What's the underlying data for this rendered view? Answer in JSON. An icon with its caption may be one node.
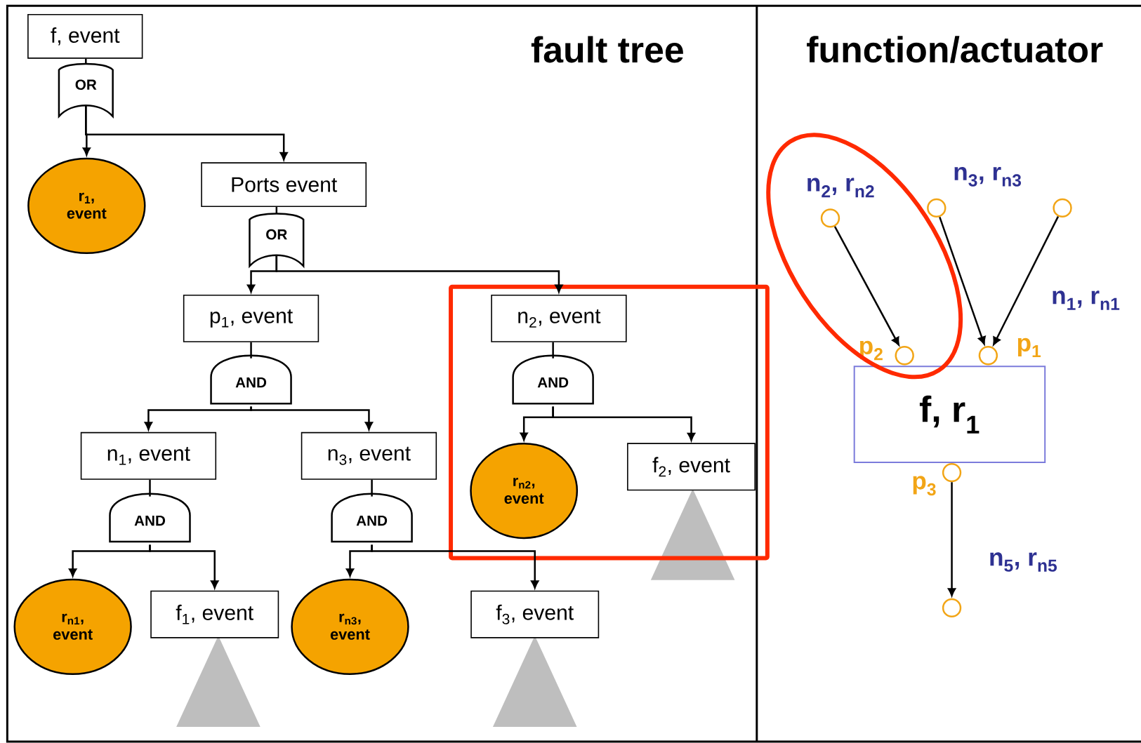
{
  "diagram": {
    "nodes": [
      {
        "text": [
          "f, event"
        ]
      },
      {
        "text": [
          "OR"
        ]
      },
      {
        "text": [
          "r$_{1}$, event"
        ]
      },
      {
        "text": [
          "Ports event"
        ]
      },
      {
        "text": [
          "OR"
        ]
      },
      {
        "text": [
          "p$_{1}$, event"
        ]
      },
      {
        "text": [
          "AND"
        ]
      },
      {
        "text": [
          "n$_{1}$, event"
        ]
      },
      {
        "text": [
          "AND"
        ]
      },
      {
        "text": [
          "r$_{n1}$, event"
        ]
      },
      {
        "text": [
          "f$_{1}$, event"
        ]
      },
      {
        "text": [],
        "shape": "triangle"
      },
      {
        "text": [
          "n$_{3}$, event"
        ]
      },
      {
        "text": [
          "AND"
        ]
      },
      {
        "text": [
          "r$_{n3}$, event"
        ]
      },
      {
        "text": [
          "f$_{3}$, event"
        ]
      },
      {
        "text": [],
        "shape": "triangle"
      },
      {
        "text": [],
        "shape": "box"
      },
      {
        "text": [
          "n$_{2}$, event"
        ],
        "in": 17
      },
      {
        "text": [
          "AND"
        ],
        "in": 17
      },
      {
        "text": [
          "r$_{n2}$, event"
        ],
        "in": 17
      },
      {
        "text": [
          "f$_{2}$, event"
        ],
        "in": 17
      },
      {
        "text": [],
        "shape": "triangle"
      },
      {
        "text": [
          "f, r$_{1}$"
        ]
      },
      {
        "text": [],
        "shape": "ellipse"
      },
      {
        "text": [],
        "shape": "circle",
        "beside": [
          "p$_{2}$"
        ],
        "in": 24
      },
      {
        "text": [],
        "shape": "circle",
        "beside": [
          "p$_{1}$"
        ]
      },
      {
        "text": [],
        "shape": "circle",
        "beside": [
          "p$_{3}$"
        ]
      },
      {
        "text": [],
        "shape": "circle",
        "in": 24
      },
      {
        "text": [],
        "shape": "circle"
      },
      {
        "text": [],
        "shape": "circle"
      },
      {
        "text": [],
        "shape": "circle"
      }
    ],
    "edges": [
      {
        "from": 0,
        "to": 1,
        "arrow": "none"
      },
      {
        "from": 1,
        "to": 2,
        "arrow": "to"
      },
      {
        "from": 1,
        "to": 3,
        "arrow": "to"
      },
      {
        "from": 3,
        "to": 4,
        "arrow": "none"
      },
      {
        "from": 4,
        "to": 5,
        "arrow": "to"
      },
      {
        "from": 4,
        "to": 18,
        "arrow": "to"
      },
      {
        "from": 5,
        "to": 6,
        "arrow": "none"
      },
      {
        "from": 6,
        "to": 7,
        "arrow": "to"
      },
      {
        "from": 6,
        "to": 12,
        "arrow": "to"
      },
      {
        "from": 7,
        "to": 8,
        "arrow": "none"
      },
      {
        "from": 8,
        "to": 9,
        "arrow": "to"
      },
      {
        "from": 8,
        "to": 10,
        "arrow": "to"
      },
      {
        "from": 12,
        "to": 13,
        "arrow": "none"
      },
      {
        "from": 13,
        "to": 14,
        "arrow": "to"
      },
      {
        "from": 13,
        "to": 15,
        "arrow": "to"
      },
      {
        "from": 18,
        "to": 19,
        "arrow": "none"
      },
      {
        "from": 19,
        "to": 20,
        "arrow": "to"
      },
      {
        "from": 19,
        "to": 21,
        "arrow": "to"
      },
      {
        "from": 28,
        "to": 25,
        "arrow": "to",
        "label": "n$_{2}$, r$_{n2}$"
      },
      {
        "from": 29,
        "to": 26,
        "arrow": "to",
        "label": "n$_{3}$, r$_{n3}$"
      },
      {
        "from": 30,
        "to": 26,
        "arrow": "to",
        "label": "n$_{1}$, r$_{n1}$"
      },
      {
        "from": 27,
        "to": 31,
        "arrow": "to",
        "label": "n$_{5}$, r$_{n5}$"
      }
    ],
    "labels": [
      "fault tree",
      "function/actuator"
    ]
  }
}
